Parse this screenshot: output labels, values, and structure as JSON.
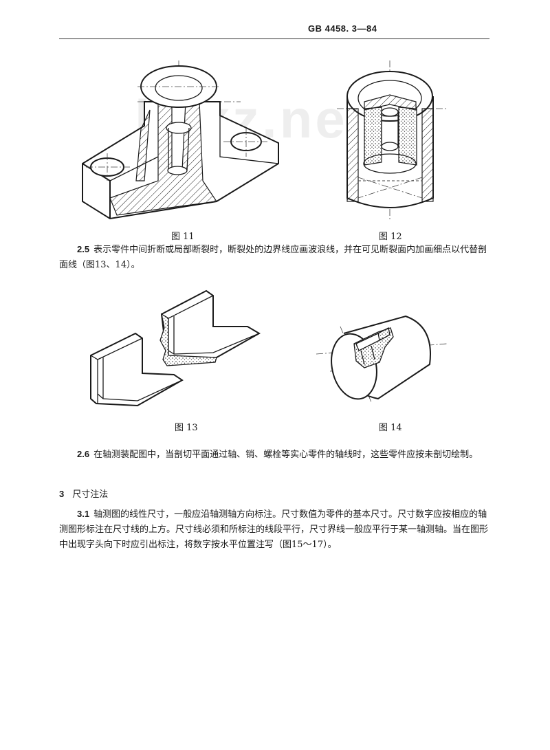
{
  "header": {
    "standard_code": "GB 4458. 3—84"
  },
  "watermark": {
    "text": "bzxz.net"
  },
  "figures": {
    "fig11": {
      "caption": "图 11"
    },
    "fig12": {
      "caption": "图 12"
    },
    "fig13": {
      "caption": "图 13"
    },
    "fig14": {
      "caption": "图 14"
    }
  },
  "sections": {
    "s2_5": {
      "number": "2.5",
      "text": "表示零件中间折断或局部断裂时，断裂处的边界线应画波浪线，并在可见断裂面内加画细点以代替剖面线（图13、14）。"
    },
    "s2_6": {
      "number": "2.6",
      "text": "在轴测装配图中，当剖切平面通过轴、销、螺栓等实心零件的轴线时，这些零件应按未剖切绘制。"
    },
    "s3": {
      "number": "3",
      "title": "尺寸注法"
    },
    "s3_1": {
      "number": "3.1",
      "text": "轴测图的线性尺寸，一般应沿轴测轴方向标注。尺寸数值为零件的基本尺寸。尺寸数字应按相应的轴测图形标注在尺寸线的上方。尺寸线必须和所标注的线段平行，尺寸界线一般应平行于某一轴测轴。当在图形中出现字头向下时应引出标注，将数字按水平位置注写（图15～17）。"
    }
  }
}
